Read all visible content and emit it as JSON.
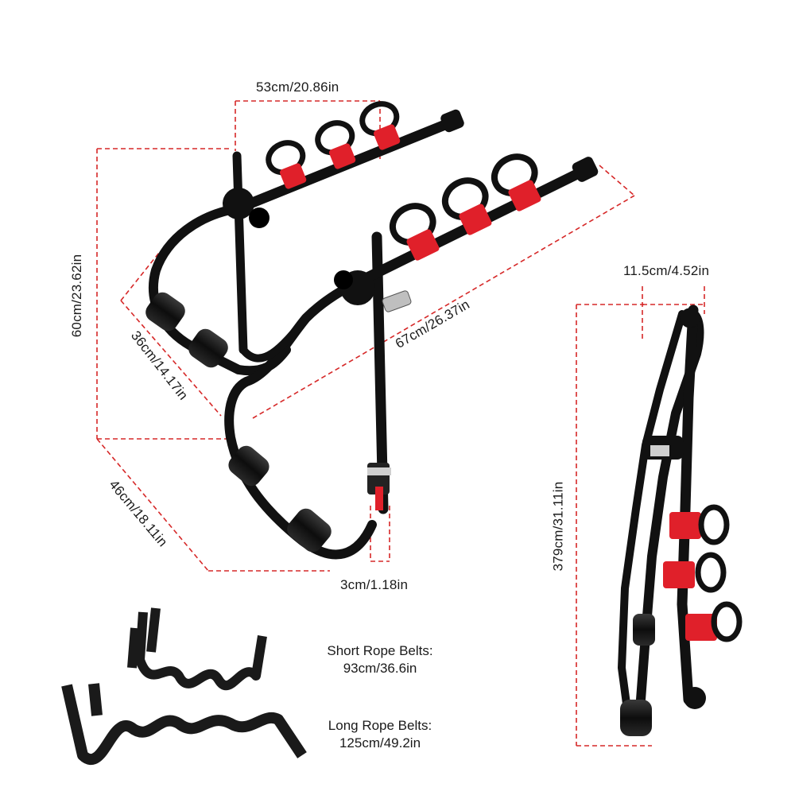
{
  "dimensions": {
    "top_width": "53cm/20.86in",
    "height": "60cm/23.62in",
    "frame_depth": "36cm/14.17in",
    "arm_length": "67cm/26.37in",
    "base_width": "46cm/18.11in",
    "strap_offset": "3cm/1.18in",
    "folded_depth": "11.5cm/4.52in",
    "folded_height": "379cm/31.11in"
  },
  "belts": {
    "short_label": "Short Rope Belts:",
    "short_size": "93cm/36.6in",
    "long_label": "Long Rope Belts:",
    "long_size": "125cm/49.2in"
  },
  "colors": {
    "frame": "#111111",
    "clamp": "#e0202a",
    "dimension_line": "#d62828"
  }
}
